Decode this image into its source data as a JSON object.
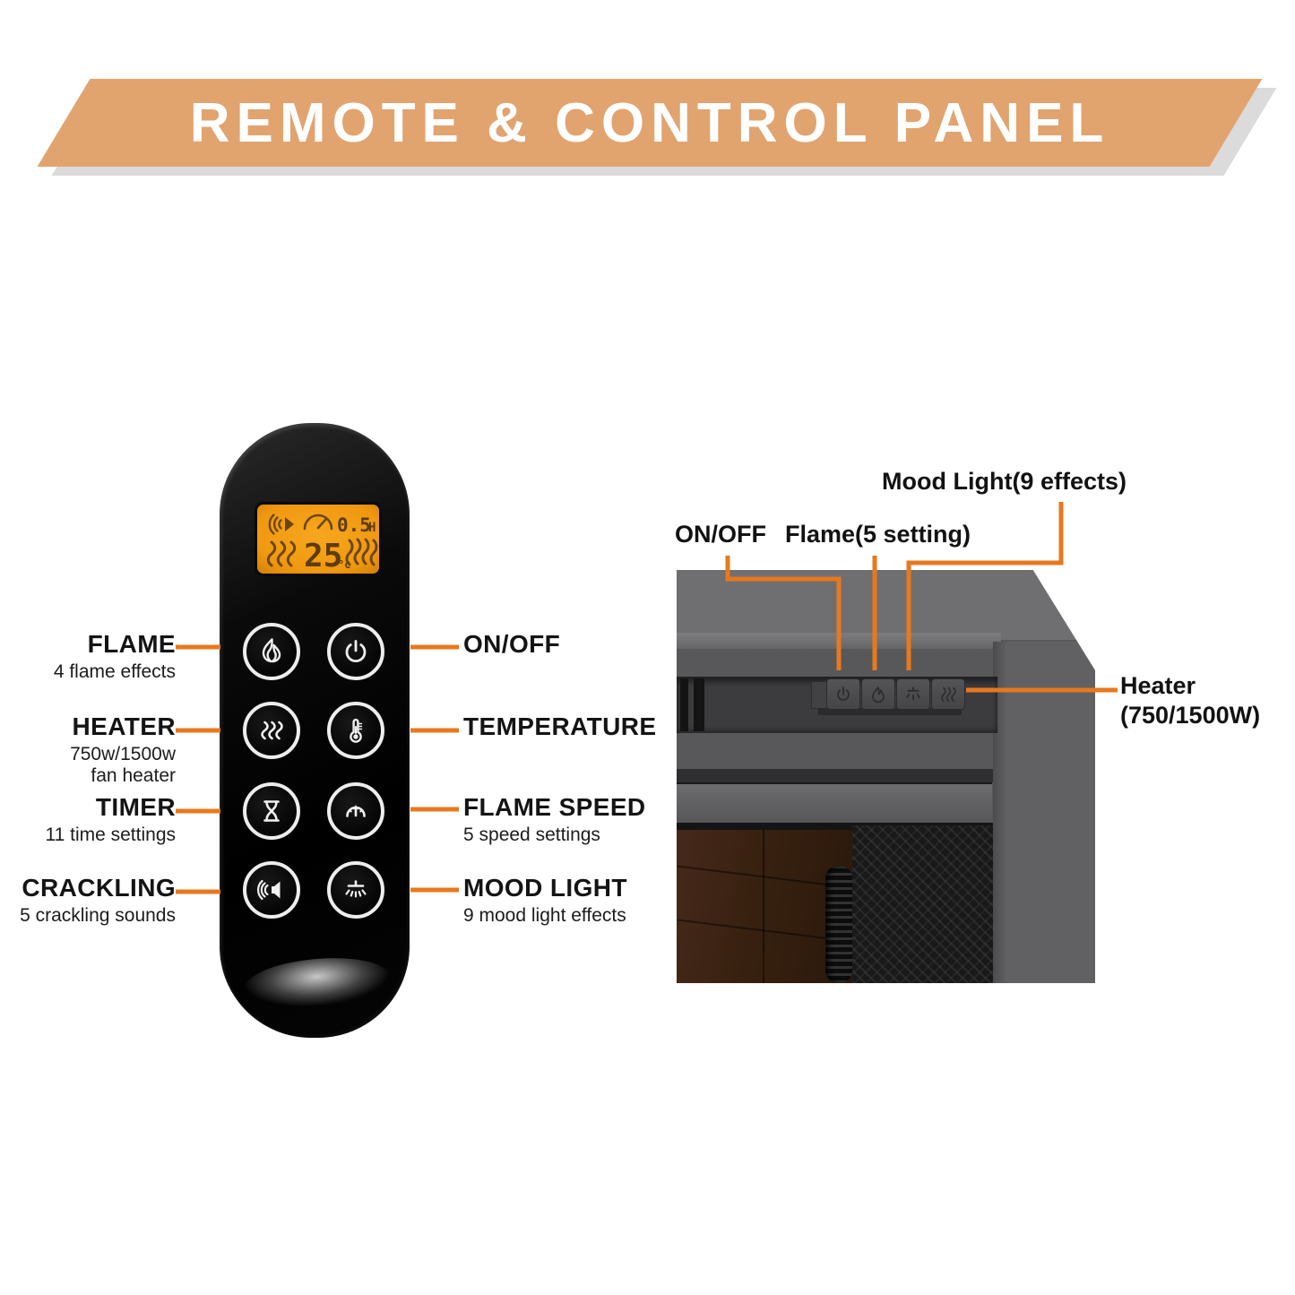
{
  "banner": {
    "title": "REMOTE & CONTROL PANEL"
  },
  "colors": {
    "accent_orange": "#E8781E",
    "banner_bg": "#E1A46F",
    "banner_shadow": "#DBDBDB",
    "lcd_bg": "#F09A14",
    "lcd_segment": "#6E4606"
  },
  "remote": {
    "display": {
      "timer_value": "0.5",
      "timer_unit": "H",
      "temp_value": "25",
      "temp_unit": "°c",
      "icons": [
        "speaker-waves-icon",
        "gauge-icon",
        "heat-waves-icon",
        "flame-waves-icon"
      ]
    },
    "buttons": [
      {
        "id": "flame",
        "icon": "flame-icon"
      },
      {
        "id": "power",
        "icon": "power-icon"
      },
      {
        "id": "heater",
        "icon": "heat-waves-icon"
      },
      {
        "id": "temperature",
        "icon": "thermometer-icon"
      },
      {
        "id": "timer",
        "icon": "hourglass-icon"
      },
      {
        "id": "flame-speed",
        "icon": "gauge-icon"
      },
      {
        "id": "crackling",
        "icon": "speaker-icon"
      },
      {
        "id": "mood-light",
        "icon": "light-rays-icon"
      }
    ]
  },
  "remote_callouts": {
    "left": [
      {
        "title": "FLAME",
        "subtitle": "4 flame effects"
      },
      {
        "title": "HEATER",
        "subtitle": "750w/1500w\nfan heater"
      },
      {
        "title": "TIMER",
        "subtitle": "11 time settings"
      },
      {
        "title": "CRACKLING",
        "subtitle": "5 crackling sounds"
      }
    ],
    "right": [
      {
        "title": "ON/OFF",
        "subtitle": ""
      },
      {
        "title": "TEMPERATURE",
        "subtitle": ""
      },
      {
        "title": "FLAME SPEED",
        "subtitle": "5 speed settings"
      },
      {
        "title": "MOOD LIGHT",
        "subtitle": "9 mood light effects"
      }
    ]
  },
  "panel_callouts": {
    "on_off": "ON/OFF",
    "flame": "Flame(5 setting)",
    "mood_light": "Mood Light(9 effects)",
    "heater": "Heater\n(750/1500W)"
  },
  "panel_buttons": [
    {
      "id": "power",
      "icon": "power-icon"
    },
    {
      "id": "flame",
      "icon": "flame-icon"
    },
    {
      "id": "mood-light",
      "icon": "light-rays-icon"
    },
    {
      "id": "heater",
      "icon": "heat-waves-icon"
    }
  ]
}
